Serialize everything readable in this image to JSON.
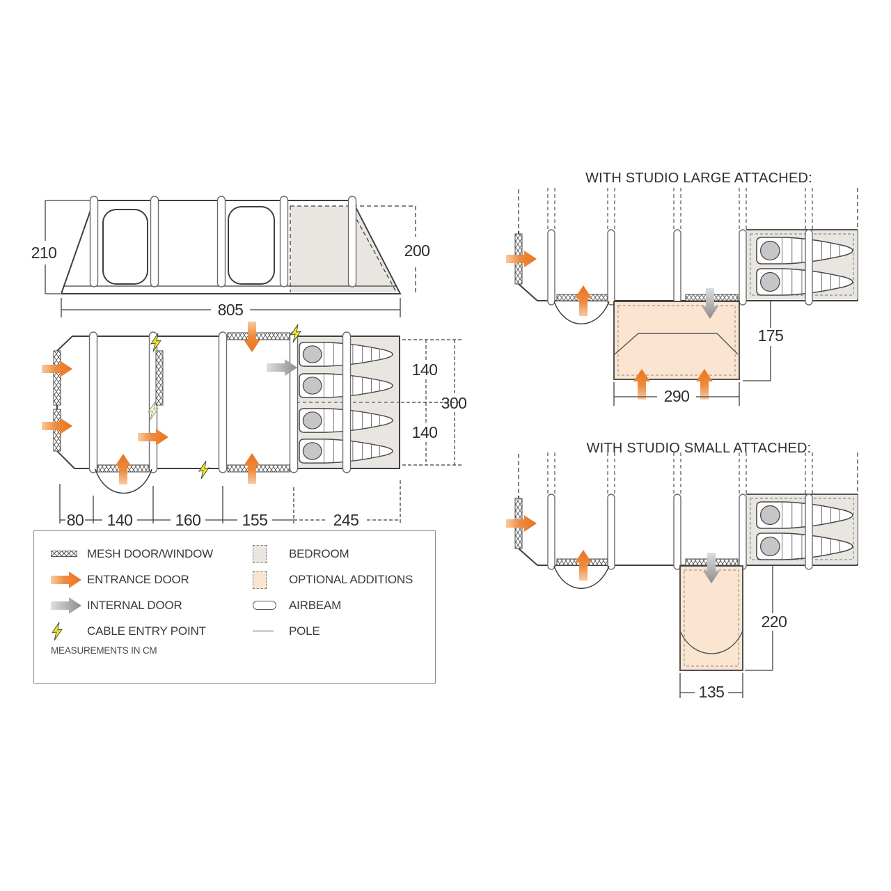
{
  "side_view": {
    "height_left": "210",
    "height_right": "200",
    "length": "805"
  },
  "floorplan": {
    "bottom_sections": [
      "80",
      "140",
      "160",
      "155",
      "245"
    ],
    "bedroom_depth_top": "140",
    "bedroom_depth_bottom": "140",
    "total_depth": "300"
  },
  "studio_large": {
    "heading": "WITH STUDIO LARGE ATTACHED:",
    "width": "290",
    "depth": "175"
  },
  "studio_small": {
    "heading": "WITH STUDIO SMALL ATTACHED:",
    "width": "135",
    "depth": "220"
  },
  "legend": {
    "items_left": [
      {
        "icon": "mesh-icon",
        "label": "MESH DOOR/WINDOW"
      },
      {
        "icon": "entrance-arrow-icon",
        "label": "ENTRANCE DOOR"
      },
      {
        "icon": "internal-arrow-icon",
        "label": "INTERNAL DOOR"
      },
      {
        "icon": "cable-bolt-icon",
        "label": "CABLE ENTRY POINT"
      }
    ],
    "items_right": [
      {
        "icon": "bedroom-swatch",
        "label": "BEDROOM"
      },
      {
        "icon": "optional-swatch",
        "label": "OPTIONAL ADDITIONS"
      },
      {
        "icon": "airbeam-icon",
        "label": "AIRBEAM"
      },
      {
        "icon": "pole-icon",
        "label": "POLE"
      }
    ],
    "note": "MEASUREMENTS IN CM"
  },
  "colors": {
    "entrance_orange": "#e87320",
    "internal_gray": "#8c8c8c",
    "bedroom_fill": "#e9e6e1",
    "optional_fill": "#fbe5d1",
    "cable_yellow": "#f3e71e",
    "line": "#3f3f3f"
  }
}
